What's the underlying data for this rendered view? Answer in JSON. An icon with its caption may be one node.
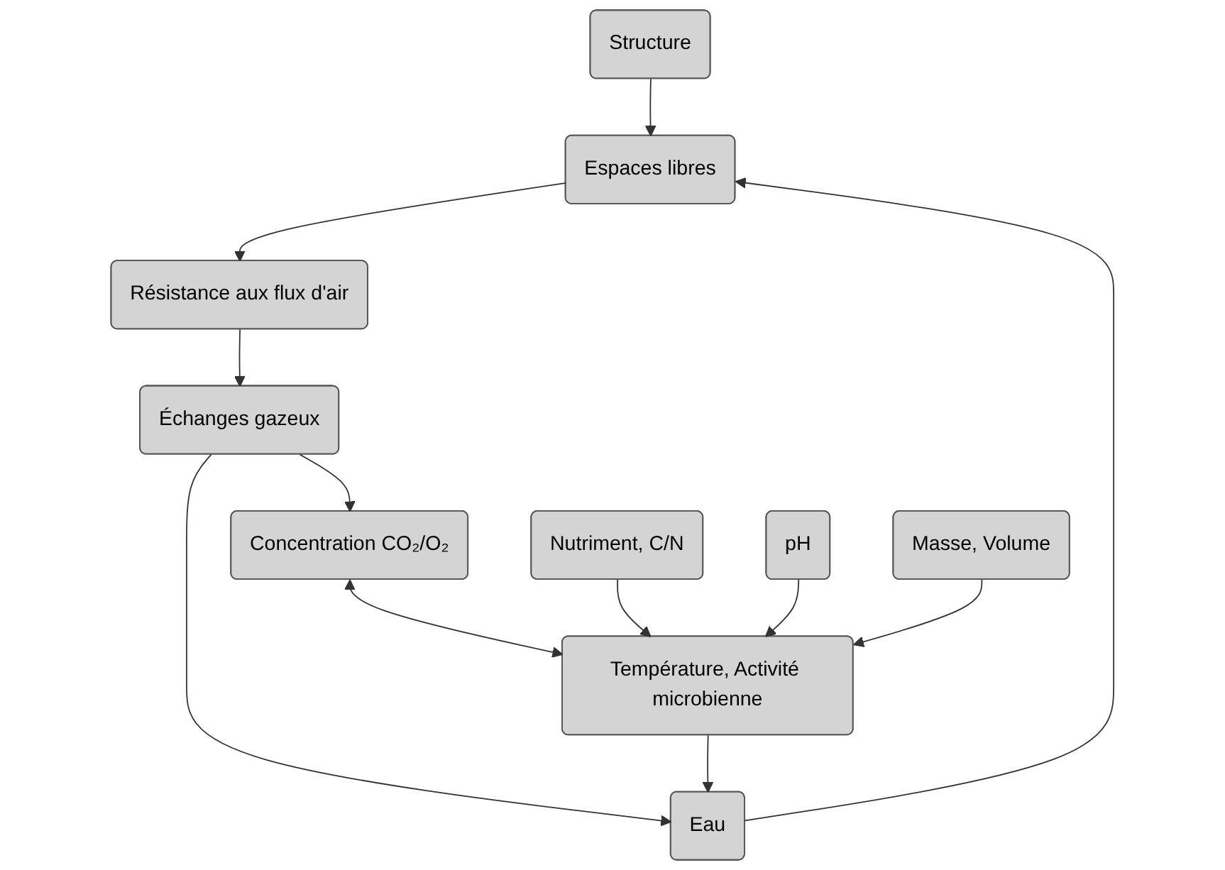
{
  "diagram": {
    "nodes": [
      {
        "text": [
          "Structure"
        ]
      },
      {
        "text": [
          "Eau"
        ]
      },
      {
        "text": [
          "Espaces libres"
        ]
      },
      {
        "text": [
          "Nutriment, C/N"
        ]
      },
      {
        "text": [
          "pH"
        ]
      },
      {
        "text": [
          "Masse, Volume"
        ]
      },
      {
        "text": [
          "Résistance aux flux d'air"
        ]
      },
      {
        "text": [
          "Échanges gazeux"
        ]
      },
      {
        "text": [
          "Concentration CO₂/O₂"
        ]
      },
      {
        "text": [
          "Température, Activité microbienne"
        ]
      }
    ],
    "edges": [
      {
        "from": 0,
        "to": 2,
        "arrow": "to"
      },
      {
        "from": 1,
        "to": 2,
        "arrow": "to"
      },
      {
        "from": 2,
        "to": 6,
        "arrow": "to"
      },
      {
        "from": 6,
        "to": 7,
        "arrow": "to"
      },
      {
        "from": 7,
        "to": 1,
        "arrow": "to"
      },
      {
        "from": 7,
        "to": 8,
        "arrow": "to"
      },
      {
        "from": 8,
        "to": 9,
        "arrow": "both"
      },
      {
        "from": 9,
        "to": 1,
        "arrow": "to"
      },
      {
        "from": 3,
        "to": 9,
        "arrow": "to"
      },
      {
        "from": 4,
        "to": 9,
        "arrow": "to"
      },
      {
        "from": 5,
        "to": 9,
        "arrow": "to"
      }
    ]
  }
}
